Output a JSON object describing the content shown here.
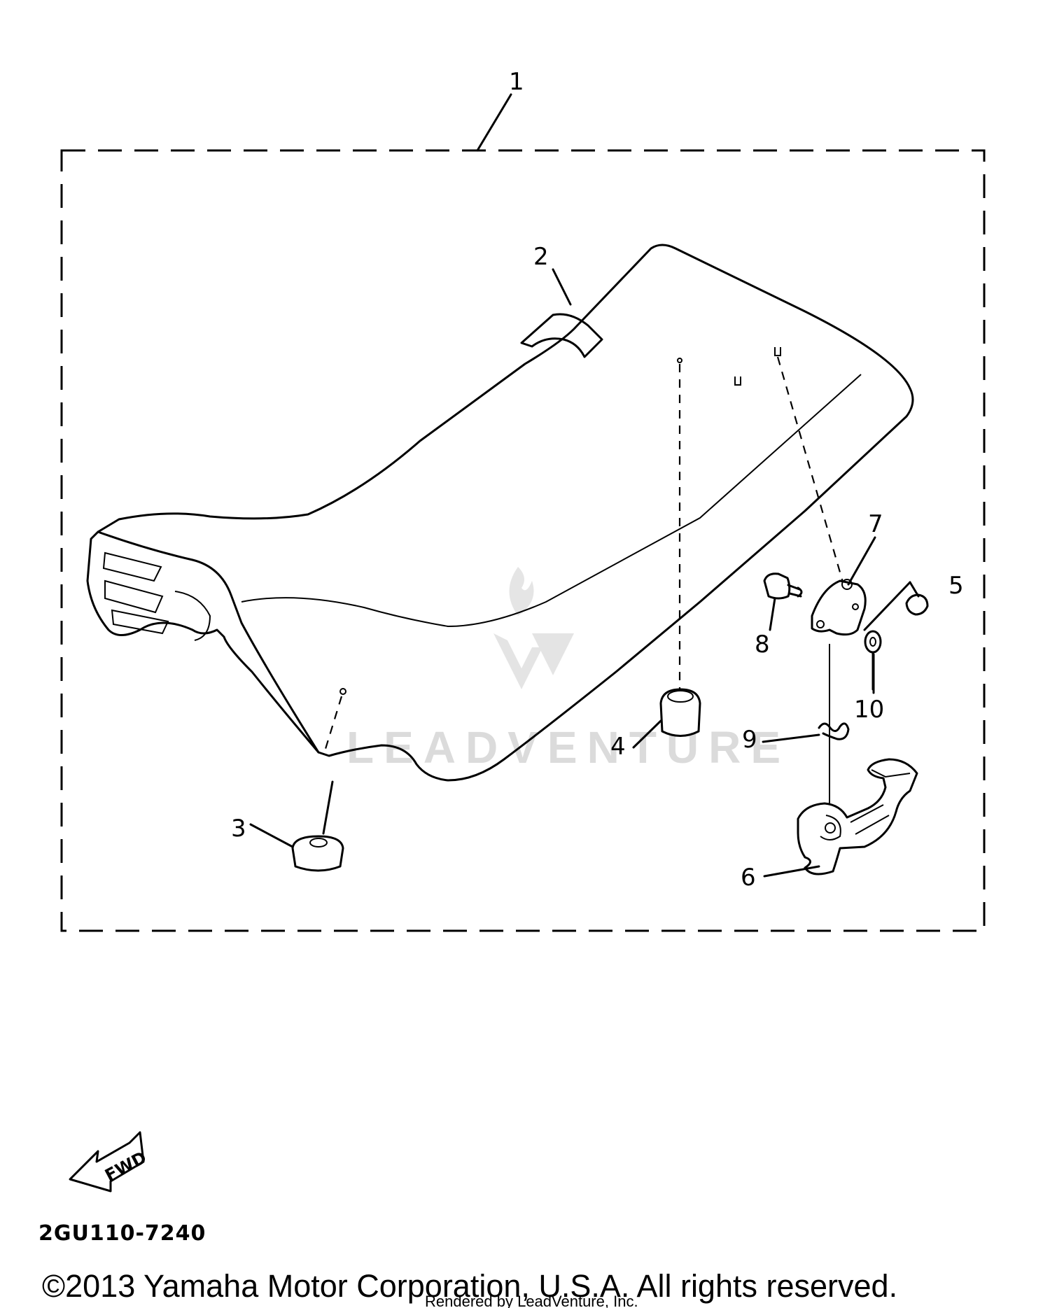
{
  "diagram": {
    "callouts": [
      "1",
      "2",
      "3",
      "4",
      "5",
      "6",
      "7",
      "8",
      "9",
      "10"
    ],
    "direction_label": "FWD",
    "part_code": "2GU110-7240",
    "watermark": "LEADVENTURE"
  },
  "footer": {
    "copyright": "©2013 Yamaha Motor Corporation, U.S.A. All rights reserved.",
    "rendered_by": "Rendered by LeadVenture, Inc."
  }
}
